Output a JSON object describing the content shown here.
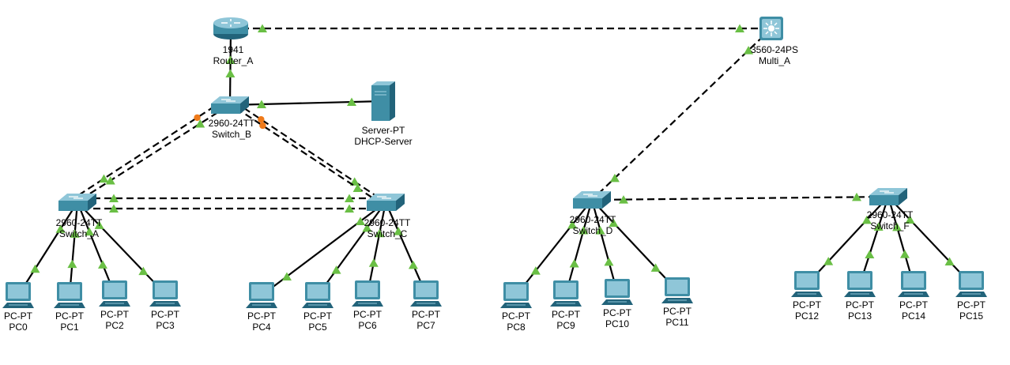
{
  "devices": [
    {
      "id": "router_a",
      "kind": "router",
      "model": "1941",
      "name": "Router_A"
    },
    {
      "id": "multi_a",
      "kind": "multilayer",
      "model": "3560-24PS",
      "name": "Multi_A"
    },
    {
      "id": "switch_b",
      "kind": "switch",
      "model": "2960-24TT",
      "name": "Switch_B"
    },
    {
      "id": "dhcp",
      "kind": "server",
      "model": "Server-PT",
      "name": "DHCP-Server"
    },
    {
      "id": "switch_a",
      "kind": "switch",
      "model": "2960-24TT",
      "name": "Switch_A"
    },
    {
      "id": "switch_c",
      "kind": "switch",
      "model": "2960-24TT",
      "name": "Switch_C"
    },
    {
      "id": "switch_d",
      "kind": "switch",
      "model": "2960-24TT",
      "name": "Switch_D"
    },
    {
      "id": "switch_f",
      "kind": "switch",
      "model": "2960-24TT",
      "name": "Switch_F"
    },
    {
      "id": "pc0",
      "kind": "pc",
      "model": "PC-PT",
      "name": "PC0"
    },
    {
      "id": "pc1",
      "kind": "pc",
      "model": "PC-PT",
      "name": "PC1"
    },
    {
      "id": "pc2",
      "kind": "pc",
      "model": "PC-PT",
      "name": "PC2"
    },
    {
      "id": "pc3",
      "kind": "pc",
      "model": "PC-PT",
      "name": "PC3"
    },
    {
      "id": "pc4",
      "kind": "pc",
      "model": "PC-PT",
      "name": "PC4"
    },
    {
      "id": "pc5",
      "kind": "pc",
      "model": "PC-PT",
      "name": "PC5"
    },
    {
      "id": "pc6",
      "kind": "pc",
      "model": "PC-PT",
      "name": "PC6"
    },
    {
      "id": "pc7",
      "kind": "pc",
      "model": "PC-PT",
      "name": "PC7"
    },
    {
      "id": "pc8",
      "kind": "pc",
      "model": "PC-PT",
      "name": "PC8"
    },
    {
      "id": "pc9",
      "kind": "pc",
      "model": "PC-PT",
      "name": "PC9"
    },
    {
      "id": "pc10",
      "kind": "pc",
      "model": "PC-PT",
      "name": "PC10"
    },
    {
      "id": "pc11",
      "kind": "pc",
      "model": "PC-PT",
      "name": "PC11"
    },
    {
      "id": "pc12",
      "kind": "pc",
      "model": "PC-PT",
      "name": "PC12"
    },
    {
      "id": "pc13",
      "kind": "pc",
      "model": "PC-PT",
      "name": "PC13"
    },
    {
      "id": "pc14",
      "kind": "pc",
      "model": "PC-PT",
      "name": "PC14"
    },
    {
      "id": "pc15",
      "kind": "pc",
      "model": "PC-PT",
      "name": "PC15"
    }
  ],
  "links": [
    {
      "from": "router_a",
      "to": "multi_a",
      "type": "dashed",
      "status": [
        "up",
        "up"
      ]
    },
    {
      "from": "router_a",
      "to": "switch_b",
      "type": "solid",
      "status": [
        "up",
        "up"
      ]
    },
    {
      "from": "switch_b",
      "to": "dhcp",
      "type": "solid",
      "status": [
        "up",
        "up"
      ]
    },
    {
      "from": "switch_b",
      "to": "switch_a",
      "type": "dashed",
      "status": [
        "blocked",
        "up"
      ]
    },
    {
      "from": "switch_b",
      "to": "switch_a",
      "type": "dashed",
      "status": [
        "up",
        "up"
      ]
    },
    {
      "from": "switch_b",
      "to": "switch_c",
      "type": "dashed",
      "status": [
        "blocked",
        "up"
      ]
    },
    {
      "from": "switch_b",
      "to": "switch_c",
      "type": "dashed",
      "status": [
        "blocked",
        "up"
      ]
    },
    {
      "from": "switch_a",
      "to": "switch_c",
      "type": "dashed",
      "status": [
        "up",
        "up"
      ]
    },
    {
      "from": "switch_a",
      "to": "switch_c",
      "type": "dashed",
      "status": [
        "up",
        "up"
      ]
    },
    {
      "from": "multi_a",
      "to": "switch_d",
      "type": "dashed",
      "status": [
        "up",
        "up"
      ]
    },
    {
      "from": "switch_d",
      "to": "switch_f",
      "type": "dashed",
      "status": [
        "up",
        "up"
      ]
    },
    {
      "from": "switch_a",
      "to": "pc0",
      "type": "solid",
      "status": [
        "up",
        "up"
      ]
    },
    {
      "from": "switch_a",
      "to": "pc1",
      "type": "solid",
      "status": [
        "up",
        "up"
      ]
    },
    {
      "from": "switch_a",
      "to": "pc2",
      "type": "solid",
      "status": [
        "up",
        "up"
      ]
    },
    {
      "from": "switch_a",
      "to": "pc3",
      "type": "solid",
      "status": [
        "up",
        "up"
      ]
    },
    {
      "from": "switch_c",
      "to": "pc4",
      "type": "solid",
      "status": [
        "up",
        "up"
      ]
    },
    {
      "from": "switch_c",
      "to": "pc5",
      "type": "solid",
      "status": [
        "up",
        "up"
      ]
    },
    {
      "from": "switch_c",
      "to": "pc6",
      "type": "solid",
      "status": [
        "up",
        "up"
      ]
    },
    {
      "from": "switch_c",
      "to": "pc7",
      "type": "solid",
      "status": [
        "up",
        "up"
      ]
    },
    {
      "from": "switch_d",
      "to": "pc8",
      "type": "solid",
      "status": [
        "up",
        "up"
      ]
    },
    {
      "from": "switch_d",
      "to": "pc9",
      "type": "solid",
      "status": [
        "up",
        "up"
      ]
    },
    {
      "from": "switch_d",
      "to": "pc10",
      "type": "solid",
      "status": [
        "up",
        "up"
      ]
    },
    {
      "from": "switch_d",
      "to": "pc11",
      "type": "solid",
      "status": [
        "up",
        "up"
      ]
    },
    {
      "from": "switch_f",
      "to": "pc12",
      "type": "solid",
      "status": [
        "up",
        "up"
      ]
    },
    {
      "from": "switch_f",
      "to": "pc13",
      "type": "solid",
      "status": [
        "up",
        "up"
      ]
    },
    {
      "from": "switch_f",
      "to": "pc14",
      "type": "solid",
      "status": [
        "up",
        "up"
      ]
    },
    {
      "from": "switch_f",
      "to": "pc15",
      "type": "solid",
      "status": [
        "up",
        "up"
      ]
    }
  ],
  "colors": {
    "link": "#000000",
    "link_up": "#6abf45",
    "link_blocked": "#ef7a1a",
    "device": "#3f8ea5",
    "device_light": "#8fc6d8",
    "device_dark": "#22637a"
  }
}
